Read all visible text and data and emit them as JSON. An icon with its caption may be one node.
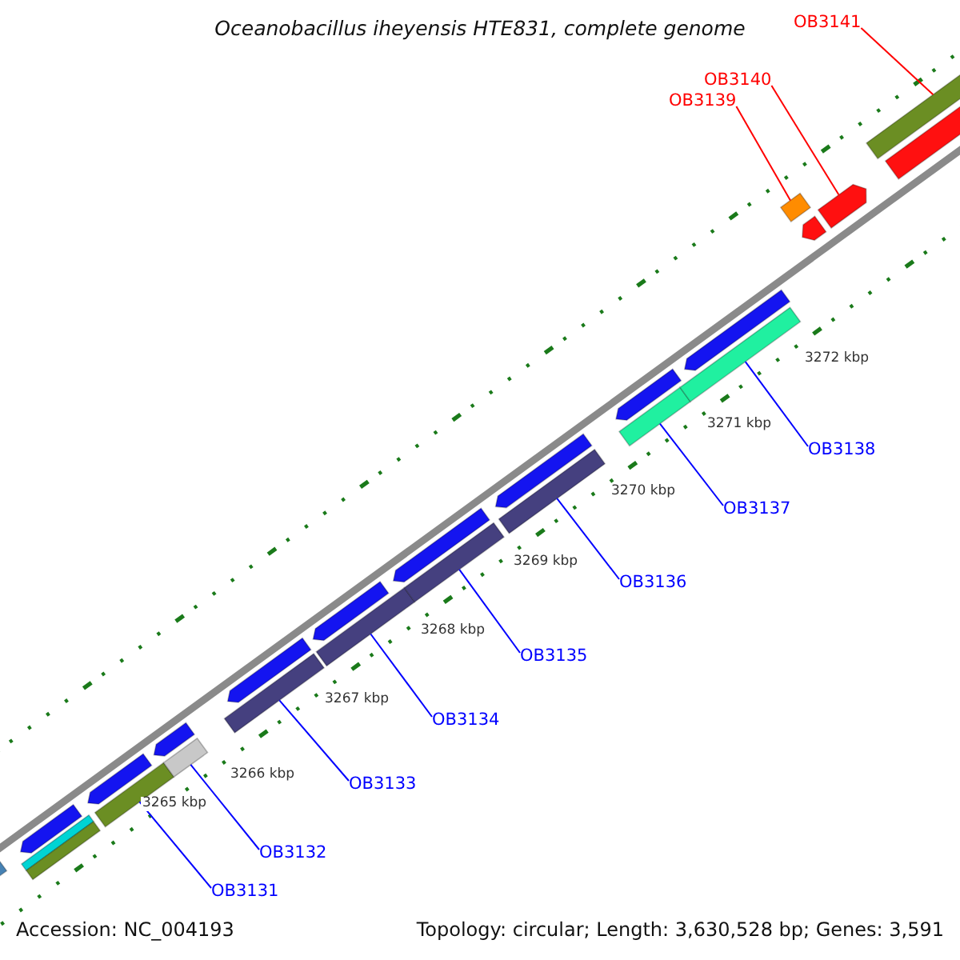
{
  "diagram": {
    "title": "Oceanobacillus iheyensis HTE831, complete genome",
    "nodes": [
      {
        "text": [
          "OB3131"
        ]
      },
      {
        "text": [
          "OB3132"
        ]
      },
      {
        "text": [
          "OB3133"
        ]
      },
      {
        "text": [
          "OB3134"
        ]
      },
      {
        "text": [
          "OB3135"
        ]
      },
      {
        "text": [
          "OB3136"
        ]
      },
      {
        "text": [
          "OB3137"
        ]
      },
      {
        "text": [
          "OB3138"
        ]
      },
      {
        "text": [
          "OB3139"
        ]
      },
      {
        "text": [
          "OB3140"
        ]
      },
      {
        "text": [
          "OB3141"
        ]
      },
      {
        "text": [],
        "shape": "bar"
      },
      {
        "text": [],
        "shape": "bar"
      },
      {
        "text": [],
        "shape": "bar"
      },
      {
        "text": [],
        "shape": "bar"
      },
      {
        "text": [],
        "shape": "bar"
      },
      {
        "text": [],
        "shape": "bar"
      },
      {
        "text": [],
        "shape": "bar"
      },
      {
        "text": [],
        "shape": "bar"
      },
      {
        "text": [],
        "shape": "bar"
      },
      {
        "text": [],
        "shape": "bar"
      },
      {
        "text": [],
        "shape": "bar"
      }
    ],
    "edges": [
      {
        "from": 0,
        "to": 11,
        "arrow": "none"
      },
      {
        "from": 1,
        "to": 12,
        "arrow": "none"
      },
      {
        "from": 2,
        "to": 13,
        "arrow": "none"
      },
      {
        "from": 3,
        "to": 14,
        "arrow": "none"
      },
      {
        "from": 4,
        "to": 15,
        "arrow": "none"
      },
      {
        "from": 5,
        "to": 16,
        "arrow": "none"
      },
      {
        "from": 6,
        "to": 17,
        "arrow": "none"
      },
      {
        "from": 7,
        "to": 18,
        "arrow": "none"
      },
      {
        "from": 8,
        "to": 19,
        "arrow": "none",
        "color": "#ff0000"
      },
      {
        "from": 9,
        "to": 20,
        "arrow": "none",
        "color": "#ff0000"
      },
      {
        "from": 10,
        "to": 21,
        "arrow": "none",
        "color": "#ff0000"
      }
    ],
    "labels": [
      "3265 kbp",
      "3266 kbp",
      "3267 kbp",
      "3268 kbp",
      "3269 kbp",
      "3270 kbp",
      "3271 kbp",
      "3272 kbp",
      "Accession: NC_004193",
      "Topology: circular; Length: 3,630,528 bp; Genes: 3,591"
    ]
  }
}
